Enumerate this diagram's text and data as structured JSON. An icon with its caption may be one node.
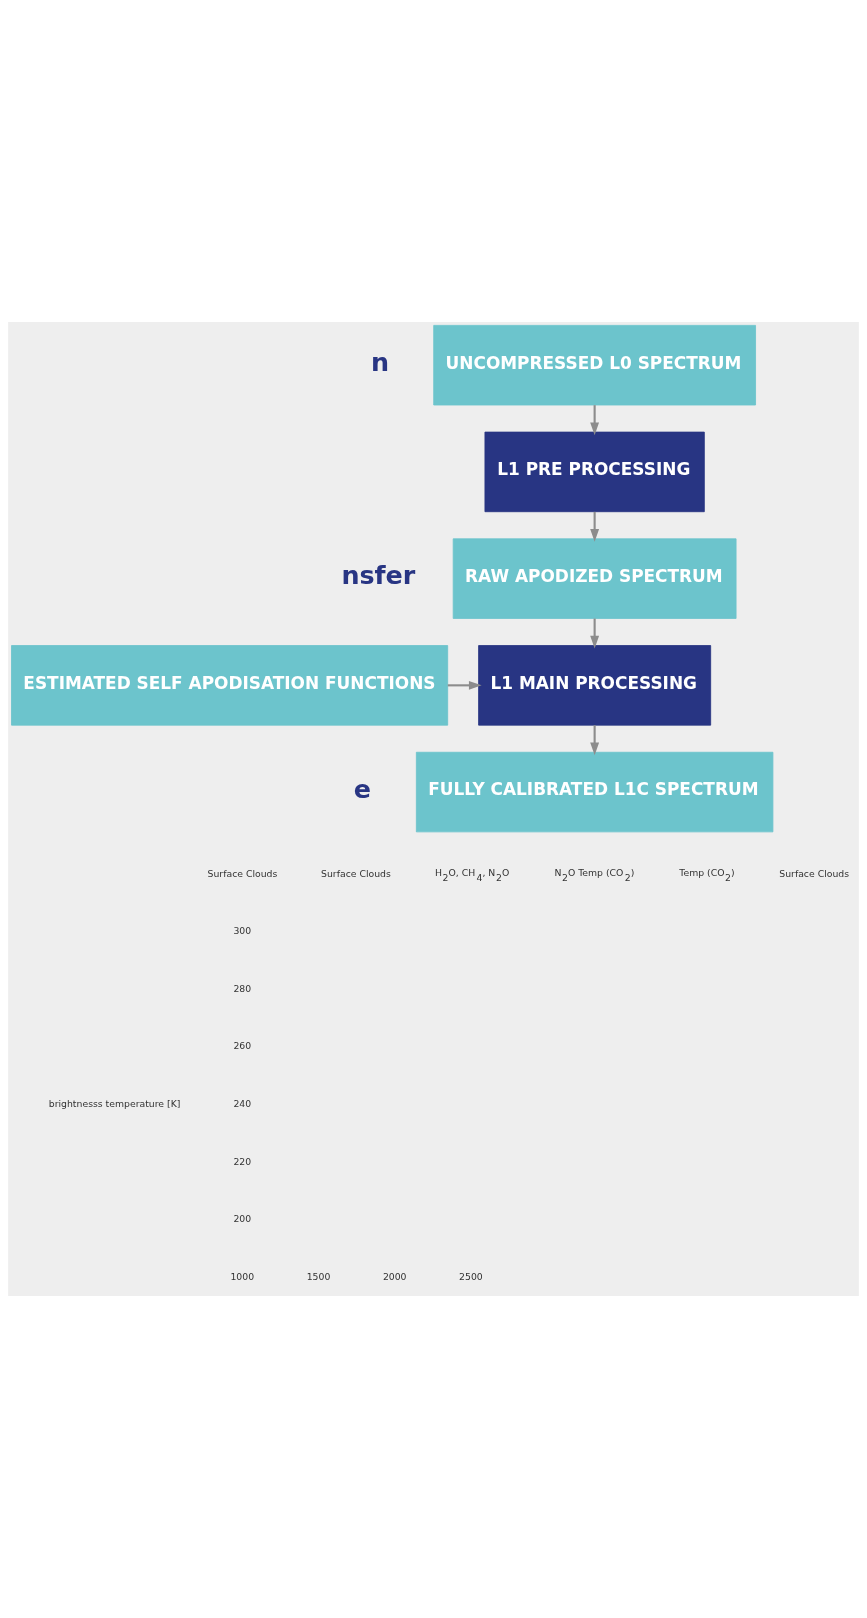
{
  "diagram": {
    "nodes": [
      {
        "text": [
          "UNCOMPRESSED L0 SPECTRUM"
        ]
      },
      {
        "text": [
          "L1 PRE PROCESSING"
        ]
      },
      {
        "text": [
          "RAW APODIZED SPECTRUM"
        ]
      },
      {
        "text": [
          "ESTIMATED SELF APODISATION FUNCTIONS"
        ]
      },
      {
        "text": [
          "L1 MAIN PROCESSING"
        ]
      },
      {
        "text": [
          "FULLY CALIBRATED L1C SPECTRUM"
        ]
      }
    ],
    "edges": [
      {
        "from": 0,
        "to": 1,
        "arrow": "to"
      },
      {
        "from": 1,
        "to": 2,
        "arrow": "to"
      },
      {
        "from": 2,
        "to": 4,
        "arrow": "to"
      },
      {
        "from": 3,
        "to": 4,
        "arrow": "to"
      },
      {
        "from": 4,
        "to": 5,
        "arrow": "to"
      }
    ],
    "labels": [
      "n",
      "nsfer",
      "e",
      "Surface Clouds",
      "Surface Clouds",
      "H$_{2}$O, CH$_{4}$, N$_{2}$O",
      "N$_{2}$O Temp (CO$_{2}$)",
      "Surface Clouds",
      "300",
      "Temp (CO$_{2}$)",
      "280",
      "260",
      "brightnesss temperature [K]",
      "240",
      "220",
      "200",
      "1000",
      "1500",
      "2000",
      "2500"
    ]
  }
}
